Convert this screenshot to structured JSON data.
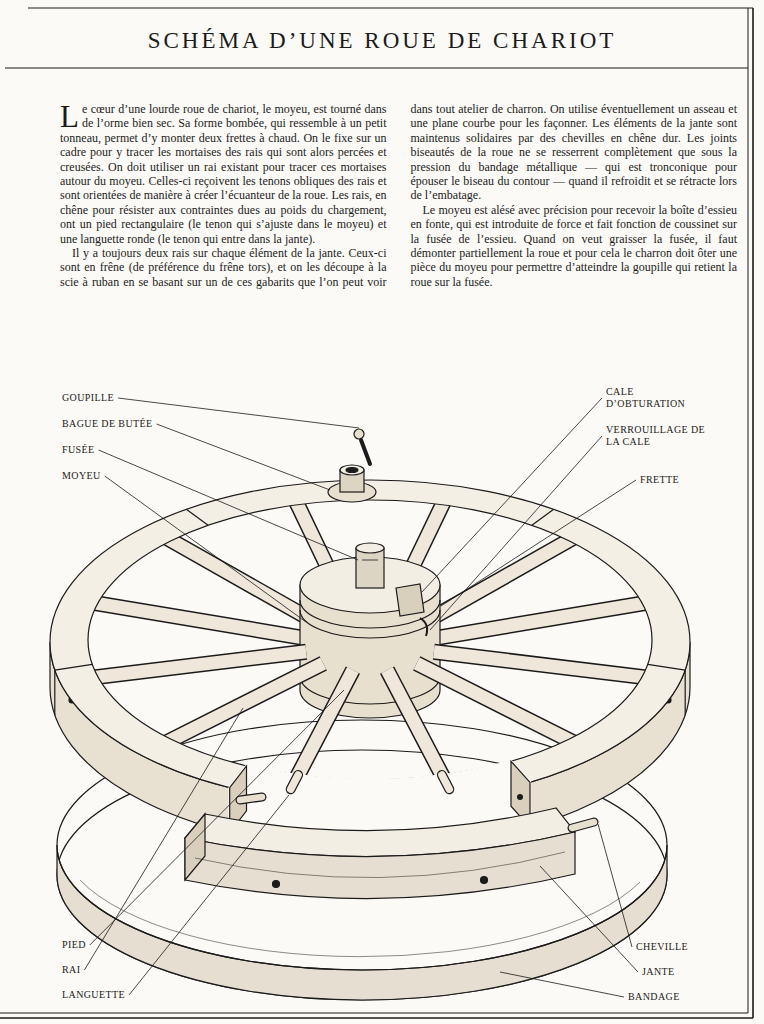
{
  "diagram": {
    "title": "SCHÉMA D’UNE ROUE DE CHARIOT",
    "labels": [
      "Le cœur d’une lourde roue de chariot, le moyeu, est tourné dans de l’orme bien sec. Sa forme bombée, qui ressemble à un petit tonneau, permet d’y monter deux frettes à chaud. On le fixe sur un cadre pour y tracer les mortaises des rais qui sont alors percées et creusées. On doit utiliser un rai existant pour tracer ces mortaises autour du moyeu. Celles-ci reçoivent les tenons obliques des rais et sont orientées de manière à créer l’écuanteur de la roue. Les rais, en chêne pour résister aux contraintes dues au poids du chargement, ont un pied rectangulaire (le tenon qui s’ajuste dans le moyeu) et une languette ronde (le tenon qui entre dans la jante).",
      "Il y a toujours deux rais sur chaque élément de la jante. Ceux-ci sont en frêne (de préférence du frêne tors), et on les découpe à la scie à ruban en se basant sur un de ces gabarits que l’on peut voir dans tout atelier de charron. On utilise éventuellement un asseau et une plane courbe pour les façonner. Les éléments de la jante sont maintenus solidaires par des chevilles en chêne dur. Les joints biseautés de la roue ne se resserrent complètement que sous la pression du bandage métallique — qui est tronconique pour épouser le biseau du contour — quand il refroidit et se rétracte lors de l’embatage.",
      "Le moyeu est alésé avec précision pour recevoir la boîte d’essieu en fonte, qui est introduite de force et fait fonction de coussinet sur la fusée de l’essieu. Quand on veut graisser la fusée, il faut démonter partiellement la roue et pour cela le charron doit ôter une pièce du moyeu pour permettre d’atteindre la goupille qui retient la roue sur la fusée.",
      "GOUPILLE",
      "BAGUE DE BUTÉE",
      "FUSÉE",
      "MOYEU",
      "CALE D’OBTURATION",
      "VERROUILLAGE DE LA CALE",
      "FRETTE",
      "PIED",
      "RAI",
      "LANGUETTE",
      "CHEVILLE",
      "JANTE",
      "BANDAGE"
    ]
  }
}
